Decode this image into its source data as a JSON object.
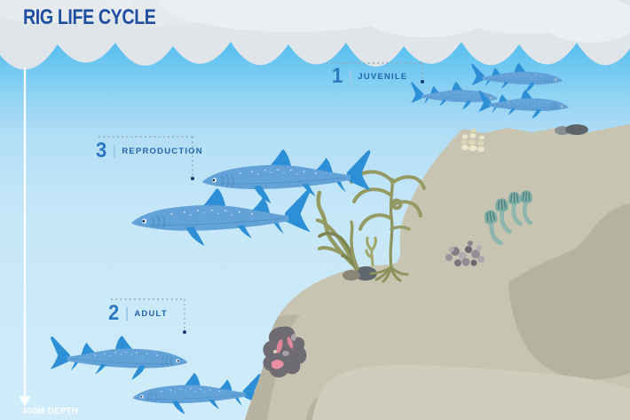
{
  "title": "RIG LIFE CYCLE",
  "depth_label": "400M DEPTH",
  "steps": [
    {
      "number": "1",
      "label": "JUVENILE"
    },
    {
      "number": "2",
      "label": "ADULT"
    },
    {
      "number": "3",
      "label": "REPRODUCTION"
    }
  ],
  "scene": {
    "subject": "rig shark life cycle underwater scene",
    "groups": [
      {
        "stage": "juvenile",
        "count": 3,
        "position": "upper right, above sea cliff"
      },
      {
        "stage": "reproduction",
        "count": 2,
        "position": "middle left, swimming left"
      },
      {
        "stage": "adult",
        "count": 2,
        "position": "lower left, near 400m depth"
      }
    ],
    "decor": [
      "sky-band",
      "clouds",
      "wave-scallops",
      "sea-cliff",
      "kelp-plants",
      "rocks",
      "cream-coral",
      "teal-tube-coral",
      "gray-coral-cluster",
      "pink-rock-coral"
    ]
  },
  "colors": {
    "title": "#1f4fa1",
    "step_number": "#2d78c2",
    "step_label": "#2166ad",
    "sky": "#e0e5e9",
    "cloud": "#ebeff1",
    "water_top": "#5cc1f0",
    "water_bottom": "#d0ecfa",
    "cliff_light": "#c7c5b2",
    "cliff_dark": "#b5b3a0",
    "cliff_front": "#cfcdbb",
    "shark_body": "#63a2d8",
    "shark_fin": "#2d8fd5",
    "kelp": "#949a62",
    "coral_teal": "#7fada6",
    "coral_pink": "#e2849c",
    "coral_cream": "#ece6cb",
    "connector": "#93a7b6",
    "connector_dot": "#1c3a6b",
    "depth_text": "#ffffff"
  }
}
